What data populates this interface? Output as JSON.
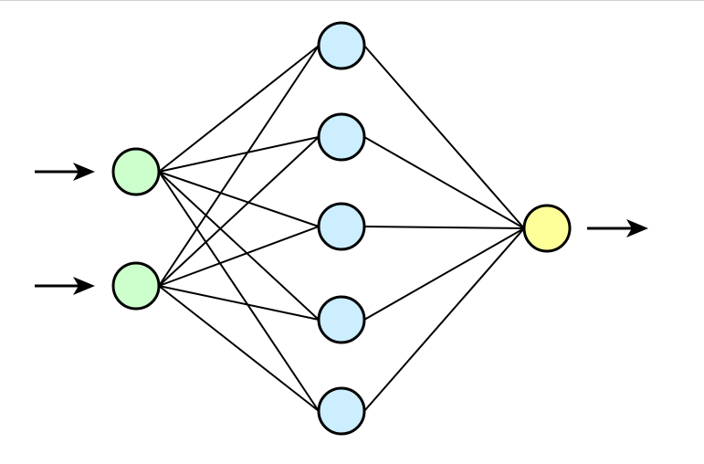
{
  "diagram": {
    "type": "neural-network",
    "layers": [
      {
        "role": "input",
        "count": 2,
        "color": "#ccffcc"
      },
      {
        "role": "hidden",
        "count": 5,
        "color": "#cceeff"
      },
      {
        "role": "output",
        "count": 1,
        "color": "#ffff99"
      }
    ],
    "connections": "fully-connected",
    "input_arrows": 2,
    "output_arrows": 1,
    "stroke_color": "#000000"
  }
}
